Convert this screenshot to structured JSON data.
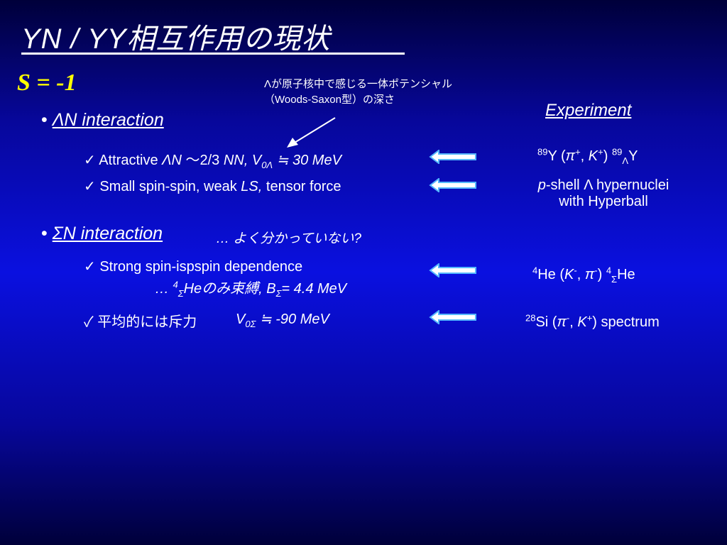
{
  "slide": {
    "title": "YN / YY相互作用の現状",
    "strangeness": "S = -1",
    "note_line1": "Λが原子核中で感じる一体ポテンシャル",
    "note_line2": "（Woods-Saxon型）の深さ",
    "experiment_heading": "Experiment"
  },
  "lambda_section": {
    "bullet": "•",
    "heading": "ΛN  interaction",
    "item1": {
      "check": "✓",
      "text_a": "Attractive ",
      "text_b": "ΛN",
      "text_c": " ～2/3 ",
      "text_d": "NN, V",
      "sub": "0Λ",
      "text_e": " ≒ 30 MeV"
    },
    "item2": {
      "check": "✓",
      "text_a": "Small spin-spin, weak ",
      "text_b": "LS,",
      "text_c": " tensor force"
    },
    "exp1": {
      "sup1": "89",
      "t1": "Y (",
      "t2": "π",
      "sup2": "+",
      "t3": ", ",
      "t4": "K",
      "sup3": "+",
      "t5": ") ",
      "sup4": "89",
      "sub1": "Λ",
      "t6": "Y"
    },
    "exp2": {
      "t1": "p",
      "t2": "-shell Λ hypernuclei",
      "line2": "with Hyperball"
    }
  },
  "sigma_section": {
    "bullet": "•",
    "heading": "ΣN  interaction",
    "comment": "… よく分かっていない?",
    "item1": {
      "check": "✓",
      "text": "Strong spin-ispspin dependence",
      "sub_a": "… ",
      "sub_sup": "4",
      "sub_sub": "Σ",
      "sub_b": "Heのみ束縛, B",
      "sub_sub2": "Σ",
      "sub_c": "= 4.4 MeV"
    },
    "item2": {
      "check": "✓",
      "text_a": "平均的には斥力",
      "text_b": "V",
      "sub": "0Σ",
      "text_c": " ≒ -90 MeV"
    },
    "exp1": {
      "sup1": "4",
      "t1": "He (",
      "t2": "K",
      "sup2": "-",
      "t3": ", ",
      "t4": "π",
      "sup3": "-",
      "t5": ") ",
      "sup4": "4",
      "sub1": "Σ",
      "t6": "He"
    },
    "exp2": {
      "sup1": "28",
      "t1": "Si (",
      "t2": "π",
      "sup2": "-",
      "t3": ", ",
      "t4": "K",
      "sup3": "+",
      "t5": ") spectrum"
    }
  },
  "colors": {
    "title": "#ffffff",
    "strangeness": "#ffff00",
    "arrow_fill": "#ffffff",
    "arrow_stroke": "#55b8ff"
  },
  "icons": {
    "arrow": "left-arrow-icon",
    "check": "check-icon"
  }
}
